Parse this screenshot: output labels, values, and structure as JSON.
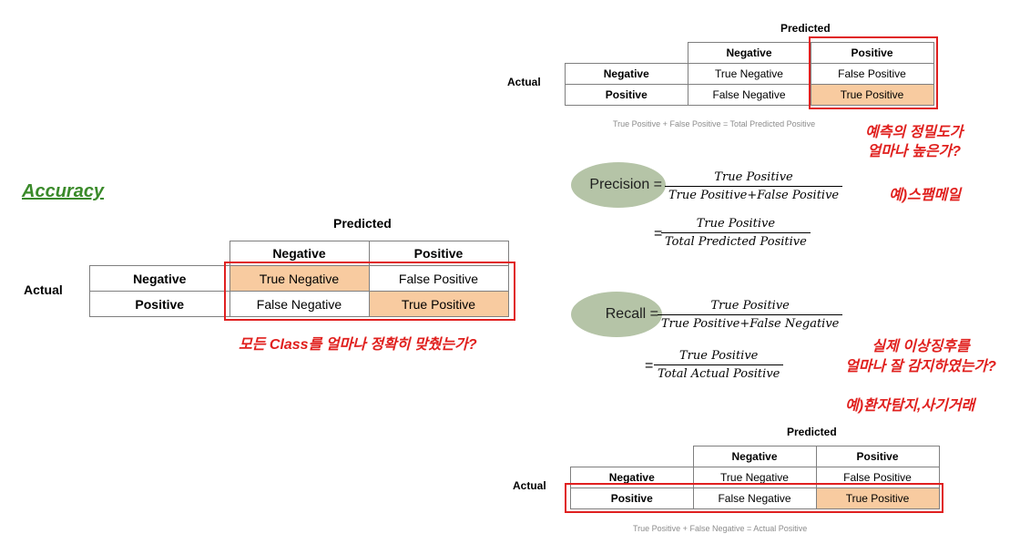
{
  "labels": {
    "predicted": "Predicted",
    "actual": "Actual",
    "negative": "Negative",
    "positive": "Positive",
    "tn": "True Negative",
    "fp": "False Positive",
    "fn": "False Negative",
    "tp": "True Positive"
  },
  "accuracy": {
    "title": "Accuracy",
    "note": "모든 Class를 얼마나 정확히 맞췄는가?"
  },
  "precision": {
    "caption": "True Positive + False Positive = Total Predicted Positive",
    "note_line1": "예측의 정밀도가",
    "note_line2": "얼마나 높은가?",
    "example": "예)스팸메일",
    "name": "Precision =",
    "num1": "True Positive",
    "den1": "True Positive+False Positive",
    "eq2": "=",
    "num2": "True Positive",
    "den2": "Total Predicted Positive"
  },
  "recall": {
    "name": "Recall =",
    "num1": "True Positive",
    "den1": "True Positive+False Negative",
    "eq2": "=",
    "num2": "True Positive",
    "den2": "Total Actual Positive",
    "note_line1": "실제 이상징후를",
    "note_line2": "얼마나 잘 감지하였는가?",
    "example": "예)환자탐지,사기거래",
    "caption": "True Positive + False Negative = Actual Positive"
  },
  "colors": {
    "highlight": "#f8cba0",
    "red": "#e0201e",
    "ellipse": "#b5c4a7",
    "accuracy_title": "#3a8a2a"
  }
}
